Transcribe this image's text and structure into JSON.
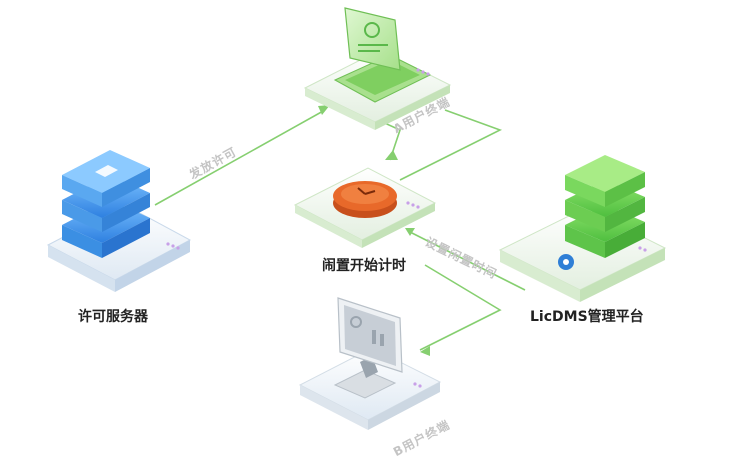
{
  "nodes": {
    "license_server": {
      "label": "许可服务器"
    },
    "timer": {
      "label": "闹置开始计时"
    },
    "licdms": {
      "label": "LicDMS管理平台"
    }
  },
  "edges": {
    "issue_license": {
      "label": "发放许可"
    },
    "user_a": {
      "label": "A用户终端"
    },
    "set_idle_time": {
      "label": "设置闲置时间"
    },
    "user_b": {
      "label": "B用户终端"
    }
  },
  "colors": {
    "green": "#7ccf5a",
    "green_dark": "#4aa83a",
    "blue": "#5aa6ec",
    "blue_dark": "#2f7fd6",
    "orange": "#e8692a",
    "line": "#7fc86a"
  }
}
